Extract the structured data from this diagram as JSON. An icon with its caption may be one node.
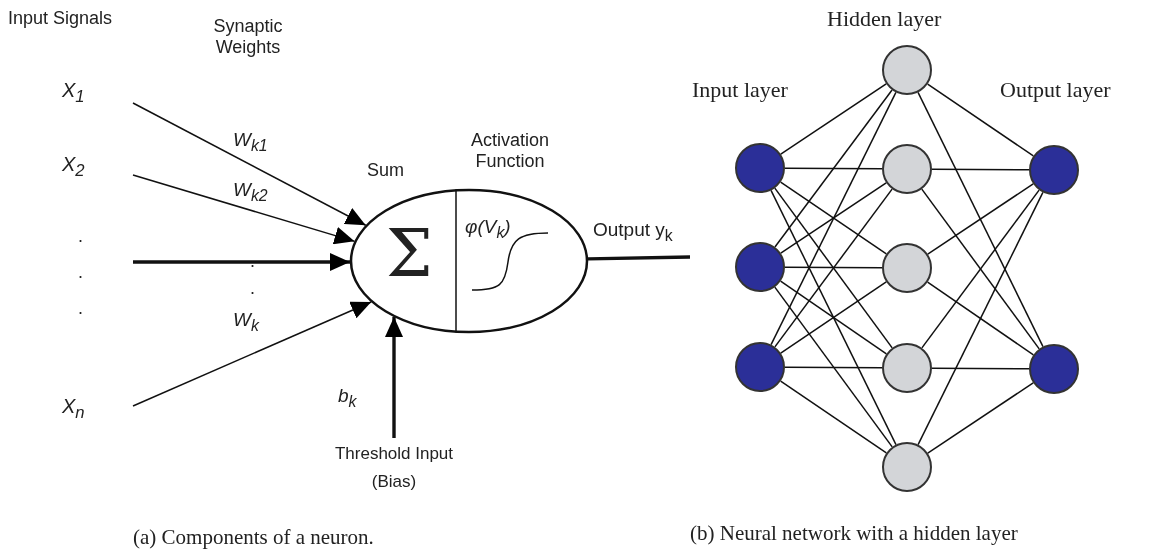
{
  "diagram": {
    "nodes": [
      {
        "text": [
          "X$_{1}$"
        ]
      },
      {
        "text": [
          "X$_{2}$"
        ]
      },
      {
        "text": [
          "X$_{n}$"
        ]
      },
      {
        "text": [
          "Sum",
          "Activation Function",
          "Σ",
          "φ(V$_{k}$)"
        ]
      },
      {
        "text": [
          "Threshold Input (Bias)"
        ]
      },
      {
        "text": [],
        "shape": "circle"
      },
      {
        "text": [],
        "shape": "circle"
      },
      {
        "text": [],
        "shape": "circle"
      },
      {
        "text": [],
        "shape": "circle"
      },
      {
        "text": [],
        "shape": "circle"
      },
      {
        "text": [],
        "shape": "circle"
      },
      {
        "text": [],
        "shape": "circle"
      },
      {
        "text": [],
        "shape": "circle"
      },
      {
        "text": [],
        "shape": "circle"
      },
      {
        "text": [],
        "shape": "circle"
      }
    ],
    "edges": [
      {
        "from": 0,
        "to": 3,
        "arrow": "to",
        "label": "W$_{k1}$"
      },
      {
        "from": 1,
        "to": 3,
        "arrow": "to",
        "label": "W$_{k2}$"
      },
      {
        "from": null,
        "to": 3,
        "arrow": "to",
        "style": "thick"
      },
      {
        "from": 2,
        "to": 3,
        "arrow": "to",
        "label": "W$_{k}$"
      },
      {
        "from": 4,
        "to": 3,
        "arrow": "to",
        "label": "b$_{k}$",
        "style": "thick"
      },
      {
        "from": 3,
        "to": null,
        "arrow": "none",
        "label": "Output y$_{k}$",
        "style": "thick"
      },
      {
        "from": 5,
        "to": 8,
        "arrow": "none"
      },
      {
        "from": 5,
        "to": 9,
        "arrow": "none"
      },
      {
        "from": 5,
        "to": 10,
        "arrow": "none"
      },
      {
        "from": 5,
        "to": 11,
        "arrow": "none"
      },
      {
        "from": 5,
        "to": 12,
        "arrow": "none"
      },
      {
        "from": 6,
        "to": 8,
        "arrow": "none"
      },
      {
        "from": 6,
        "to": 9,
        "arrow": "none"
      },
      {
        "from": 6,
        "to": 10,
        "arrow": "none"
      },
      {
        "from": 6,
        "to": 11,
        "arrow": "none"
      },
      {
        "from": 6,
        "to": 12,
        "arrow": "none"
      },
      {
        "from": 7,
        "to": 8,
        "arrow": "none"
      },
      {
        "from": 7,
        "to": 9,
        "arrow": "none"
      },
      {
        "from": 7,
        "to": 10,
        "arrow": "none"
      },
      {
        "from": 7,
        "to": 11,
        "arrow": "none"
      },
      {
        "from": 7,
        "to": 12,
        "arrow": "none"
      },
      {
        "from": 8,
        "to": 13,
        "arrow": "none"
      },
      {
        "from": 8,
        "to": 14,
        "arrow": "none"
      },
      {
        "from": 9,
        "to": 13,
        "arrow": "none"
      },
      {
        "from": 9,
        "to": 14,
        "arrow": "none"
      },
      {
        "from": 10,
        "to": 13,
        "arrow": "none"
      },
      {
        "from": 10,
        "to": 14,
        "arrow": "none"
      },
      {
        "from": 11,
        "to": 13,
        "arrow": "none"
      },
      {
        "from": 11,
        "to": 14,
        "arrow": "none"
      },
      {
        "from": 12,
        "to": 13,
        "arrow": "none"
      },
      {
        "from": 12,
        "to": 14,
        "arrow": "none"
      }
    ],
    "labels": [
      "Input Signals",
      "Synaptic Weights",
      ".",
      ".",
      ".",
      ".",
      ".",
      "Input layer",
      "Hidden layer",
      "Output layer",
      "(a) Components of a neuron.",
      "(b) Neural network with a hidden layer"
    ]
  }
}
